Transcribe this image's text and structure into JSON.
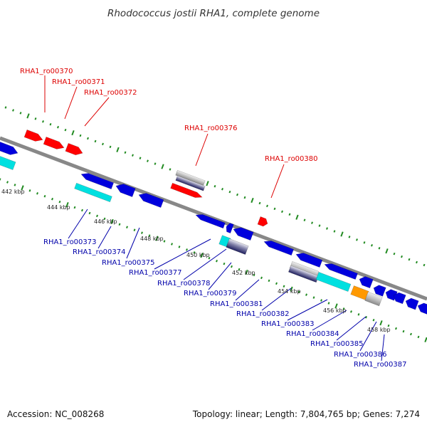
{
  "title": "Rhodococcus jostii RHA1, complete genome",
  "footer": {
    "accession": "Accession: NC_008268",
    "summary": "Topology: linear; Length: 7,804,765 bp; Genes: 7,274"
  },
  "colors": {
    "forward_label": "#dd0000",
    "reverse_label": "#0000aa",
    "backbone": "#888888",
    "tick": "#228b22",
    "red": "#ff0000",
    "blue": "#0000dd",
    "cyan": "#00e0e0",
    "orange": "#ff9900",
    "gray": "#c8c8c8",
    "navy": "#3a3a7a"
  },
  "kbp_ticks": [
    "442 kbp",
    "444 kbp",
    "446 kbp",
    "448 kbp",
    "450 kbp",
    "452 kbp",
    "454 kbp",
    "456 kbp",
    "458 kbp"
  ],
  "forward_labels": [
    "RHA1_ro00370",
    "RHA1_ro00371",
    "RHA1_ro00372",
    "RHA1_ro00376",
    "RHA1_ro00380"
  ],
  "reverse_labels": [
    "RHA1_ro00373",
    "RHA1_ro00374",
    "RHA1_ro00375",
    "RHA1_ro00377",
    "RHA1_ro00378",
    "RHA1_ro00379",
    "RHA1_ro00381",
    "RHA1_ro00382",
    "RHA1_ro00383",
    "RHA1_ro00384",
    "RHA1_ro00385",
    "RHA1_ro00386",
    "RHA1_ro00387"
  ]
}
